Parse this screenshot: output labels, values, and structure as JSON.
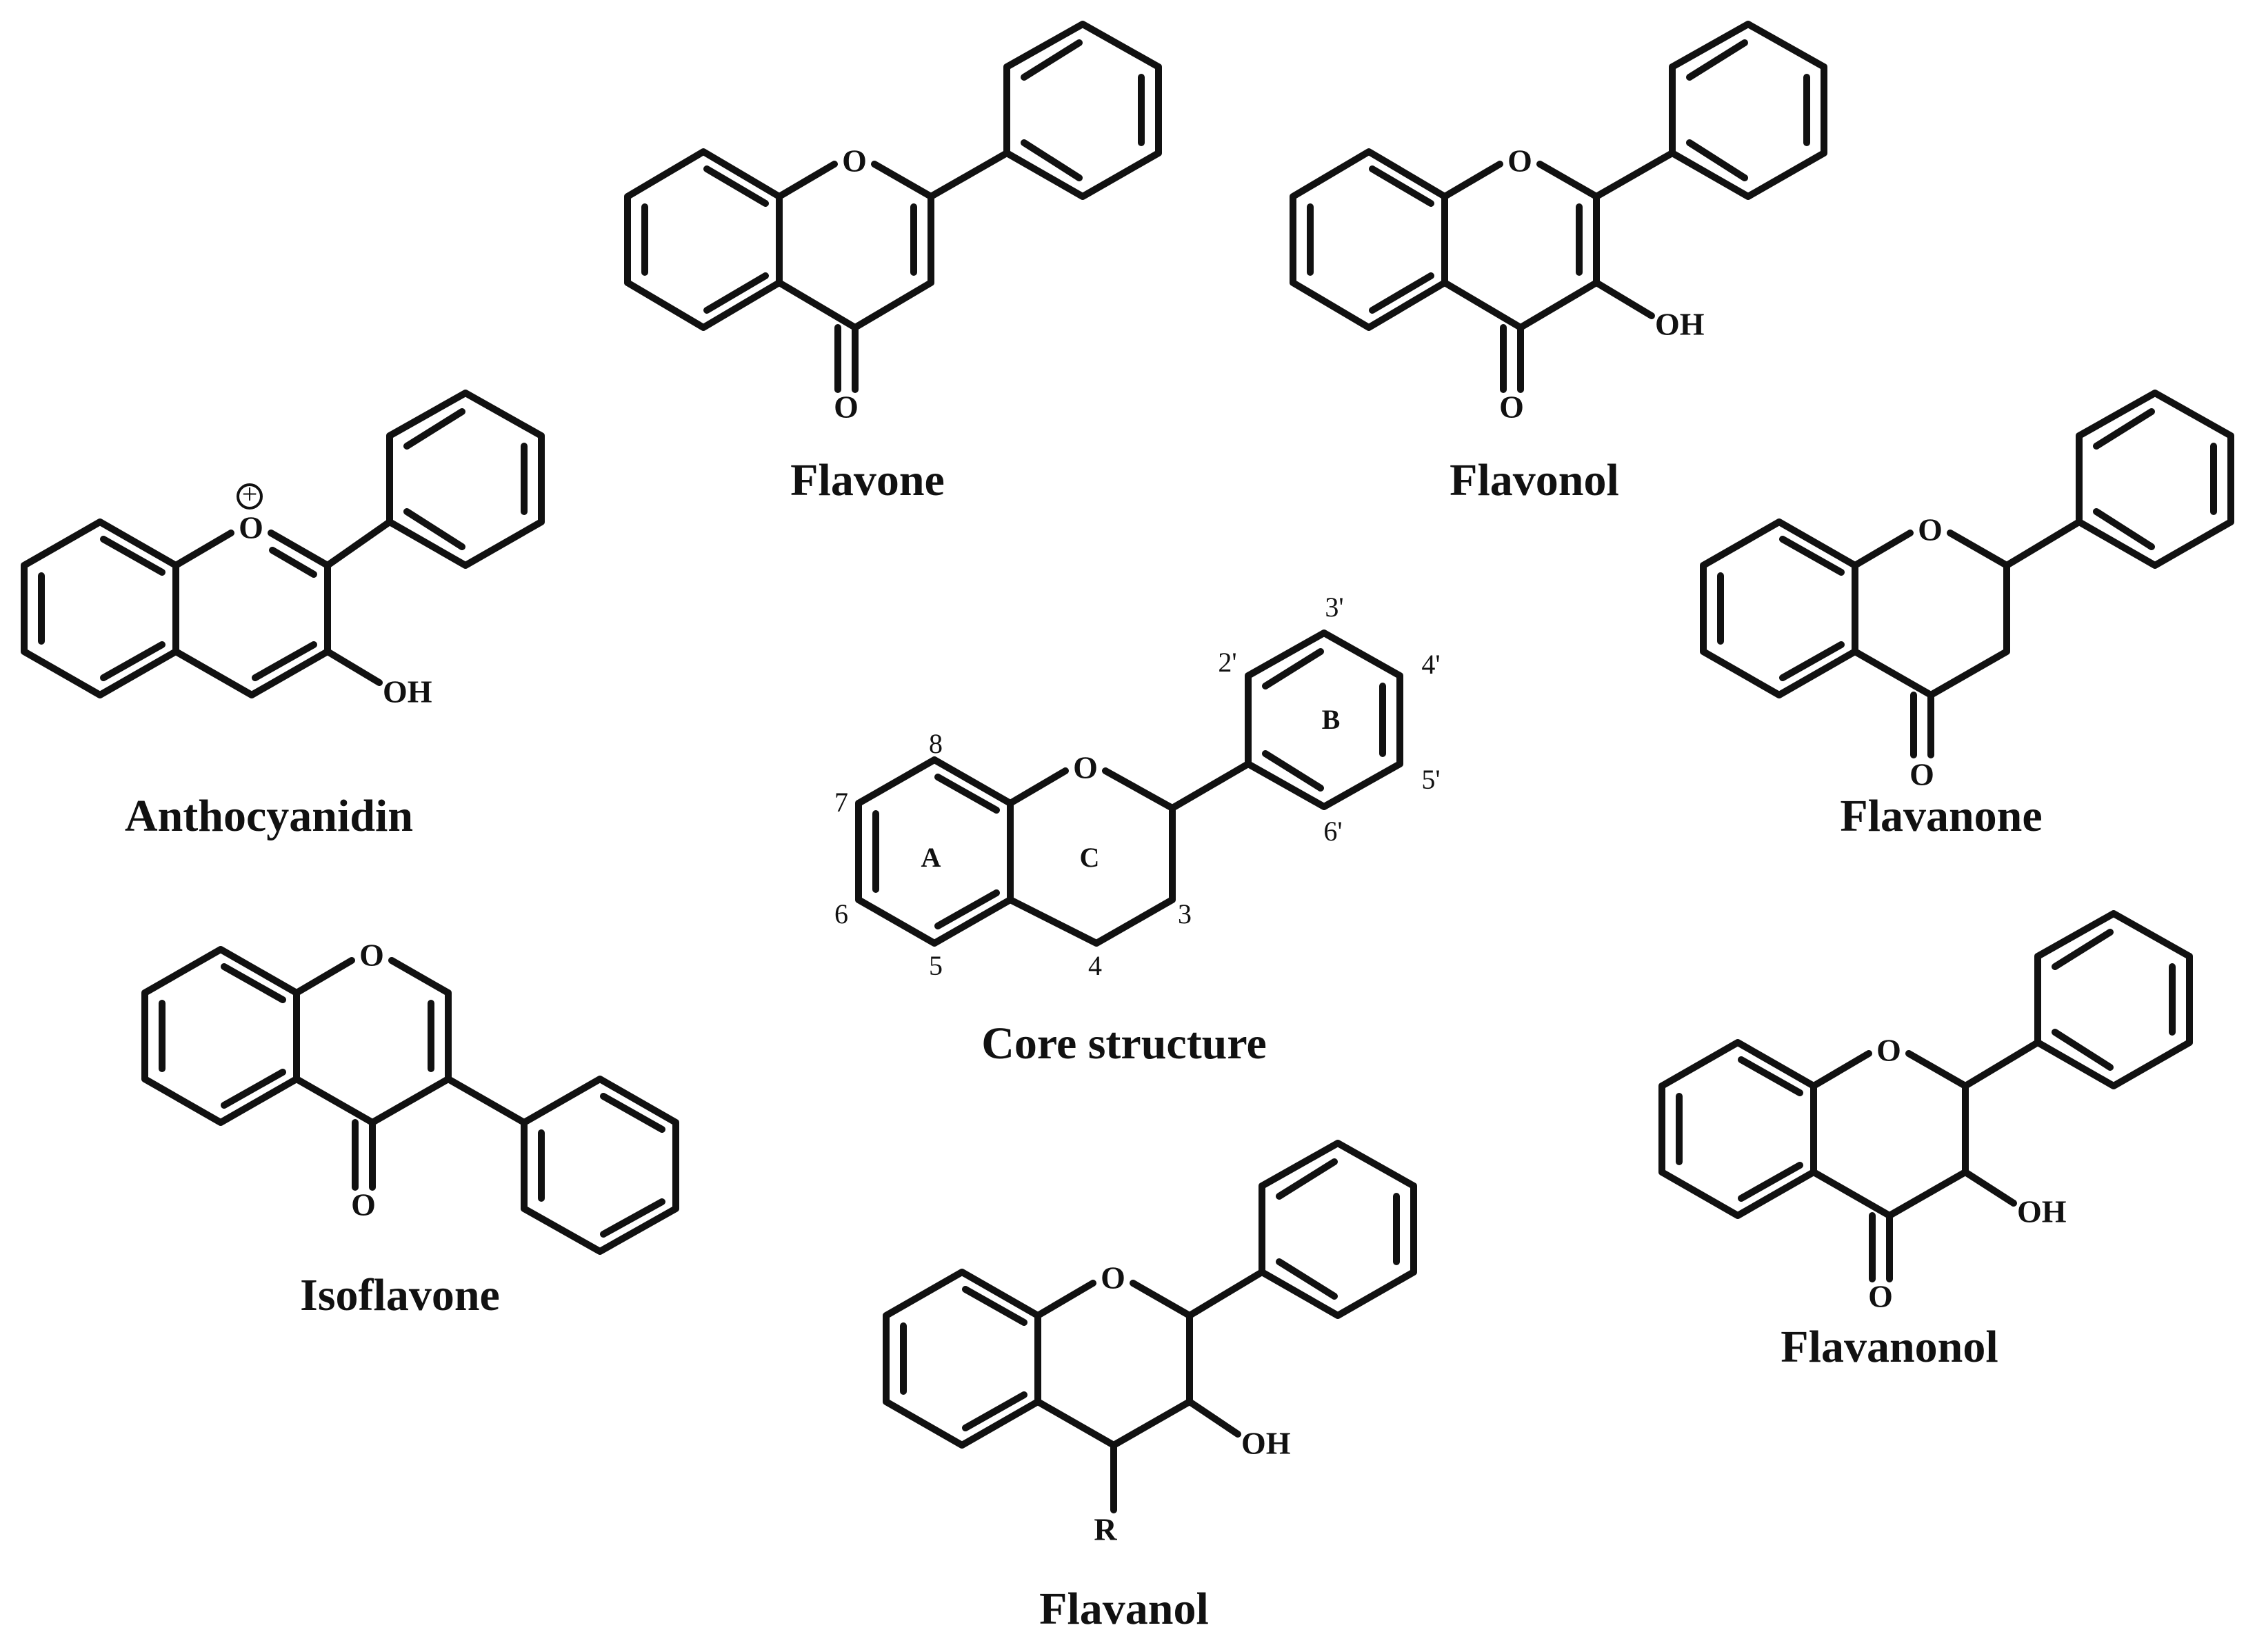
{
  "atoms": {
    "oxygen": "O",
    "hydroxyl": "OH",
    "substituent_r": "R"
  },
  "names": {
    "flavone": "Flavone",
    "flavonol": "Flavonol",
    "anthocyanidin": "Anthocyanidin",
    "flavanone": "Flavanone",
    "core": "Core structure",
    "isoflavone": "Isoflavone",
    "flavanonol": "Flavanonol",
    "flavanol": "Flavanol"
  },
  "core_labels": {
    "ring_a": "A",
    "ring_b": "B",
    "ring_c": "C",
    "pos_2p": "2'",
    "pos_3p": "3'",
    "pos_4p": "4'",
    "pos_5p": "5'",
    "pos_6p": "6'",
    "pos_8": "8",
    "pos_7": "7",
    "pos_6": "6",
    "pos_5": "5",
    "pos_4": "4",
    "pos_3": "3"
  },
  "charge_symbol": "+",
  "colors": {
    "ink": "#111111",
    "background": "#ffffff"
  }
}
